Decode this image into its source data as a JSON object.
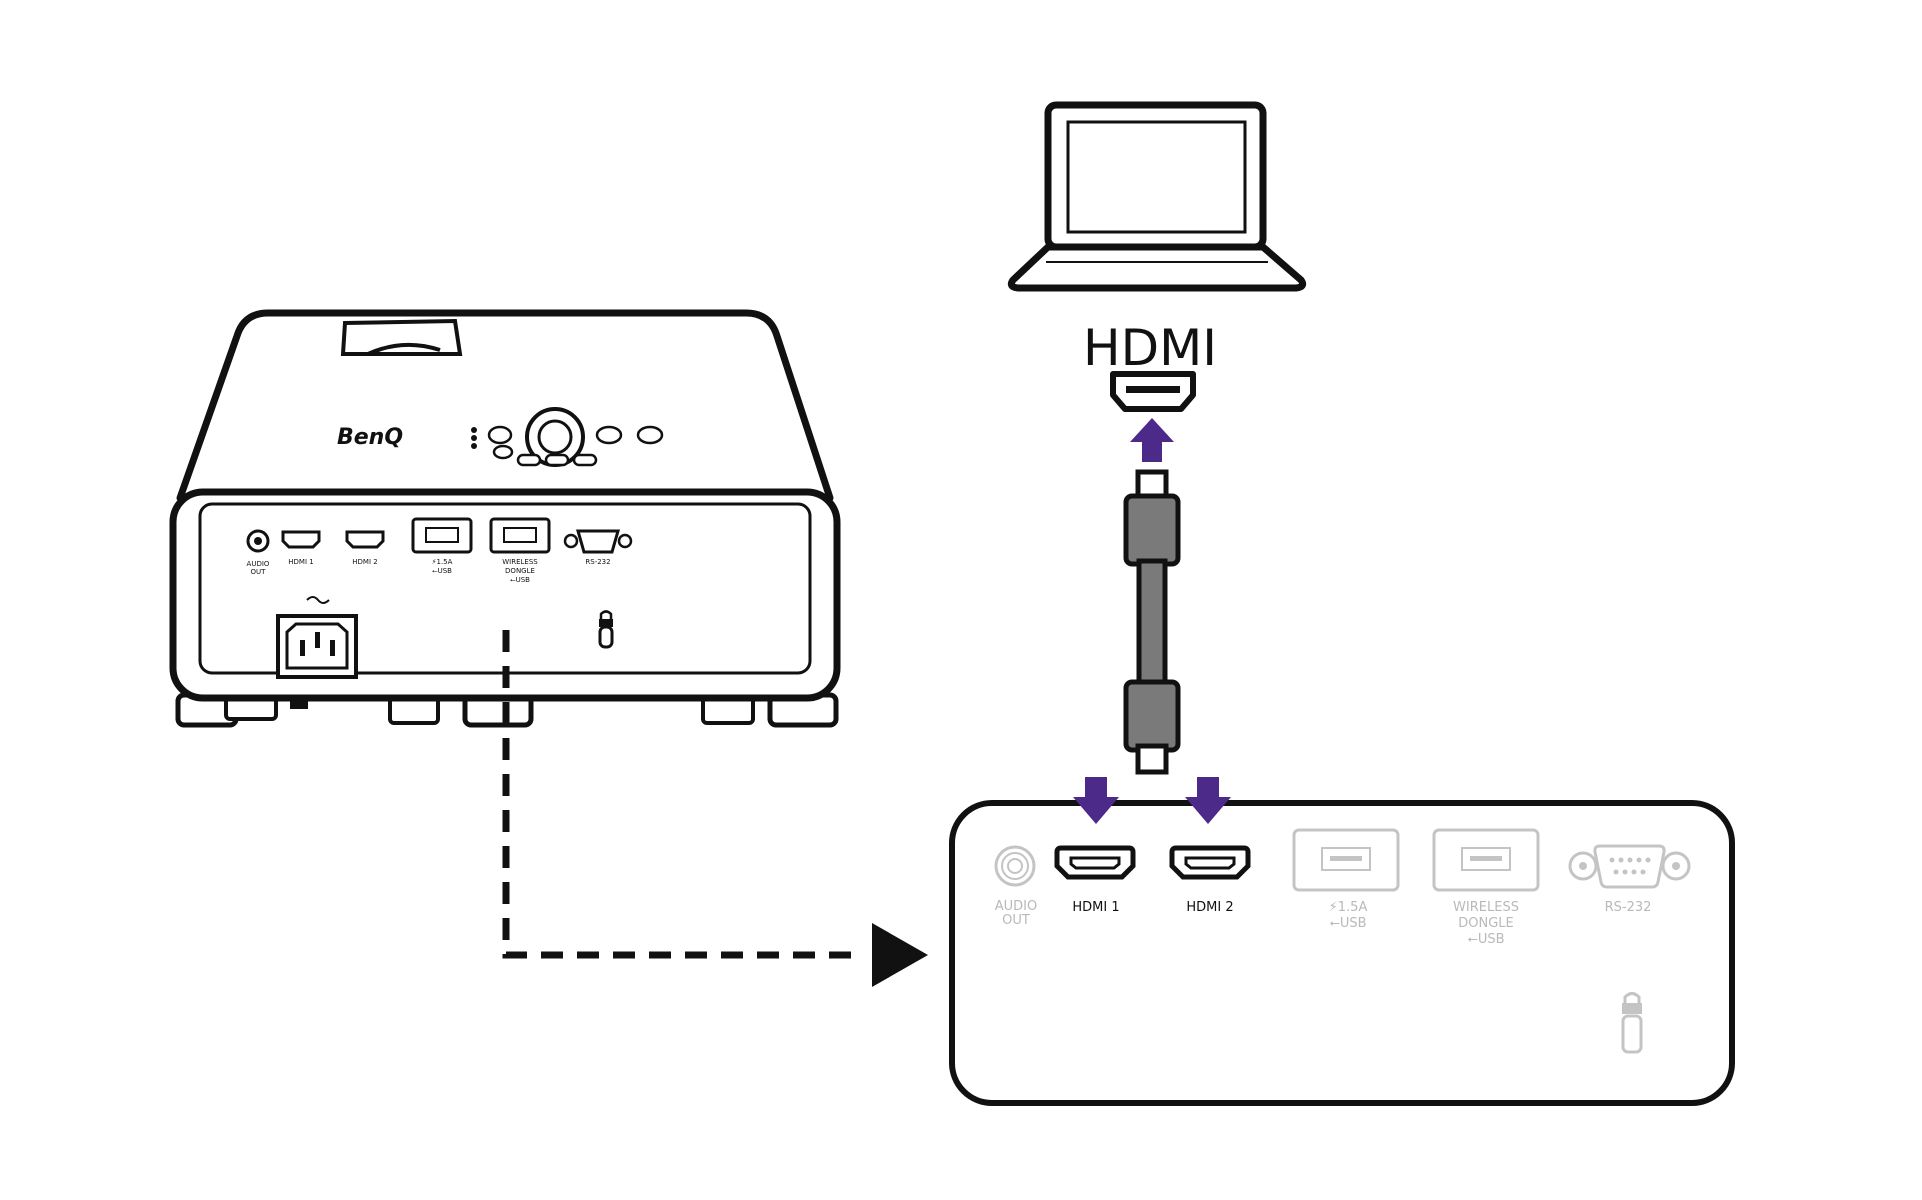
{
  "brand": "BenQ",
  "cable_label": "HDMI",
  "colors": {
    "arrow": "#4b2a8a",
    "outline": "#111111",
    "disabled": "#c4c4c4",
    "cable": "#777777"
  },
  "projector_ports": [
    {
      "id": "audio",
      "line1": "AUDIO",
      "line2": "OUT"
    },
    {
      "id": "hdmi1",
      "line1": "HDMI 1"
    },
    {
      "id": "hdmi2",
      "line1": "HDMI 2"
    },
    {
      "id": "usb",
      "line1": "⚡1.5A",
      "line2": "⭠USB"
    },
    {
      "id": "wireless",
      "line1": "WIRELESS",
      "line2": "DONGLE",
      "line3": "⭠USB"
    },
    {
      "id": "rs232",
      "line1": "RS-232"
    }
  ],
  "panel_ports": [
    {
      "id": "audio",
      "line1": "AUDIO",
      "line2": "OUT",
      "active": false
    },
    {
      "id": "hdmi1",
      "line1": "HDMI 1",
      "active": true
    },
    {
      "id": "hdmi2",
      "line1": "HDMI 2",
      "active": true
    },
    {
      "id": "usb",
      "line1": "⚡1.5A",
      "line2": "⭠USB",
      "active": false
    },
    {
      "id": "wireless",
      "line1": "WIRELESS",
      "line2": "DONGLE",
      "line3": "⭠USB",
      "active": false
    },
    {
      "id": "rs232",
      "line1": "RS-232",
      "active": false
    }
  ]
}
